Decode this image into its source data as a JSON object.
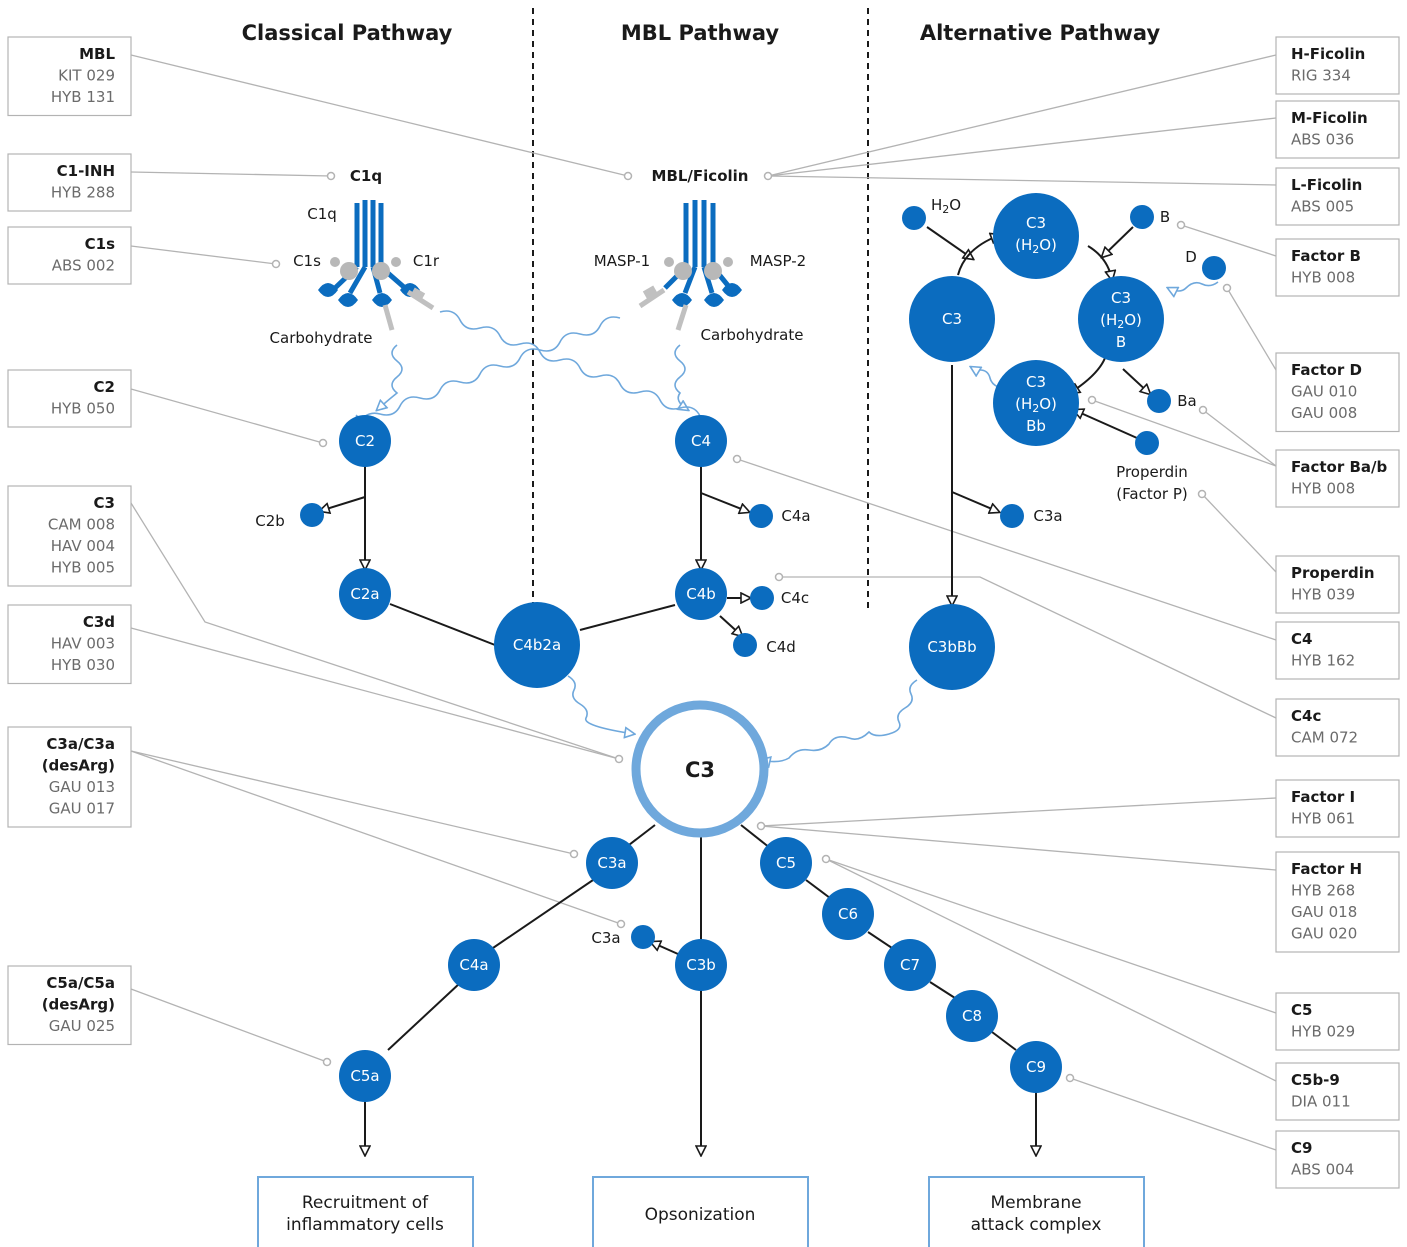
{
  "headers": {
    "classical": "Classical Pathway",
    "mbl": "MBL Pathway",
    "alternative": "Alternative Pathway"
  },
  "complexes": {
    "c1q_top": "C1q",
    "c1q": "C1q",
    "c1s": "C1s",
    "c1r": "C1r",
    "carb_left": "Carbohydrate",
    "mbl_ficolin": "MBL/Ficolin",
    "masp1": "MASP-1",
    "masp2": "MASP-2",
    "carb_right": "Carbohydrate"
  },
  "nodes": {
    "c2": "C2",
    "c2b": "C2b",
    "c2a": "C2a",
    "c4": "C4",
    "c4a": "C4a",
    "c4b": "C4b",
    "c4c": "C4c",
    "c4d": "C4d",
    "c4b2a": "C4b2a",
    "alt_c3": "C3",
    "c3h2o_1": "C3",
    "c3h2o_2": "(H",
    "c3h2o_3": "O)",
    "c3h2ob_1": "C3",
    "c3h2ob_2": "(H",
    "c3h2ob_3": "O)",
    "c3h2ob_4": "B",
    "c3h2obb_1": "C3",
    "c3h2obb_2": "(H",
    "c3h2obb_3": "O)",
    "c3h2obb_4": "Bb",
    "sub2": "2",
    "h2o_a": "H",
    "h2o_b": "O",
    "b": "B",
    "d": "D",
    "ba": "Ba",
    "properdin_1": "Properdin",
    "properdin_2": "(Factor P)",
    "c3a_alt": "C3a",
    "c3bbb": "C3bBb",
    "center_c3": "C3",
    "c3a": "C3a",
    "c4a_low": "C4a",
    "c5a": "C5a",
    "c3a_small": "C3a",
    "c3b": "C3b",
    "c5": "C5",
    "c6": "C6",
    "c7": "C7",
    "c8": "C8",
    "c9": "C9"
  },
  "outcomes": {
    "recruitment_1": "Recruitment of",
    "recruitment_2": "inflammatory cells",
    "opsonization": "Opsonization",
    "mac_1": "Membrane",
    "mac_2": "attack complex"
  },
  "left_boxes": [
    {
      "title": "MBL",
      "lines": [
        "KIT 029",
        "HYB 131"
      ]
    },
    {
      "title": "C1-INH",
      "lines": [
        "HYB 288"
      ]
    },
    {
      "title": "C1s",
      "lines": [
        "ABS 002"
      ]
    },
    {
      "title": "C2",
      "lines": [
        "HYB 050"
      ]
    },
    {
      "title": "C3",
      "lines": [
        "CAM 008",
        "HAV 004",
        "HYB 005"
      ]
    },
    {
      "title": "C3d",
      "lines": [
        "HAV 003",
        "HYB 030"
      ]
    },
    {
      "title": "C3a/C3a",
      "title2": "(desArg)",
      "lines": [
        "GAU 013",
        "GAU 017"
      ]
    },
    {
      "title": "C5a/C5a",
      "title2": "(desArg)",
      "lines": [
        "GAU 025"
      ]
    }
  ],
  "right_boxes": [
    {
      "title": "H-Ficolin",
      "lines": [
        "RIG 334"
      ]
    },
    {
      "title": "M-Ficolin",
      "lines": [
        "ABS 036"
      ]
    },
    {
      "title": "L-Ficolin",
      "lines": [
        "ABS 005"
      ]
    },
    {
      "title": "Factor B",
      "lines": [
        "HYB 008"
      ]
    },
    {
      "title": "Factor D",
      "lines": [
        "GAU 010",
        "GAU 008"
      ]
    },
    {
      "title": "Factor Ba/b",
      "lines": [
        "HYB 008"
      ]
    },
    {
      "title": "Properdin",
      "lines": [
        "HYB 039"
      ]
    },
    {
      "title": "C4",
      "lines": [
        "HYB 162"
      ]
    },
    {
      "title": "C4c",
      "lines": [
        "CAM 072"
      ]
    },
    {
      "title": "Factor I",
      "lines": [
        "HYB 061"
      ]
    },
    {
      "title": "Factor H",
      "lines": [
        "HYB 268",
        "GAU 018",
        "GAU 020"
      ]
    },
    {
      "title": "C5",
      "lines": [
        "HYB 029"
      ]
    },
    {
      "title": "C5b-9",
      "lines": [
        "DIA 011"
      ]
    },
    {
      "title": "C9",
      "lines": [
        "ABS 004"
      ]
    }
  ],
  "colors": {
    "node": "#0b6cbf",
    "ring": "#6fa8dc",
    "leader": "#b3b3b3",
    "protein_tail": "#c0c0c0"
  }
}
